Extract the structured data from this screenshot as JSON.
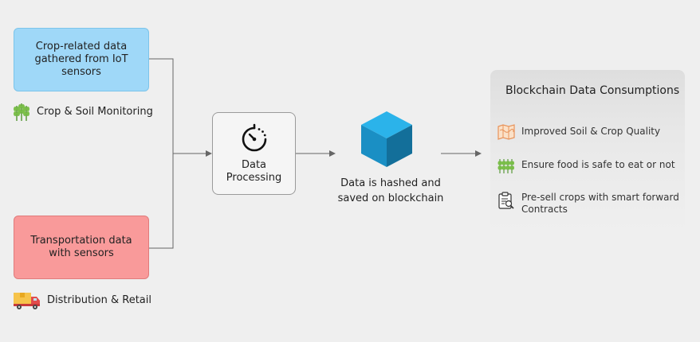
{
  "sources": {
    "crop_box": "Crop-related data gathered from IoT sensors",
    "crop_label": "Crop & Soil Monitoring",
    "transport_box": "Transportation data with sensors",
    "transport_label": "Distribution & Retail"
  },
  "processing": {
    "label": "Data Processing"
  },
  "blockchain": {
    "label": "Data is hashed and saved on blockchain"
  },
  "consumptions": {
    "title": "Blockchain Data Consumptions",
    "items": [
      {
        "label": "Improved Soil & Crop Quality",
        "icon": "map-icon"
      },
      {
        "label": "Ensure food is safe to eat or not",
        "icon": "wheat-icon"
      },
      {
        "label": "Pre-sell crops with smart forward Contracts",
        "icon": "contract-icon"
      }
    ]
  },
  "colors": {
    "crop_box": "#9fd8f8",
    "transport_box": "#f99a9a",
    "cube": "#1fa3dc",
    "connector": "#666666"
  }
}
